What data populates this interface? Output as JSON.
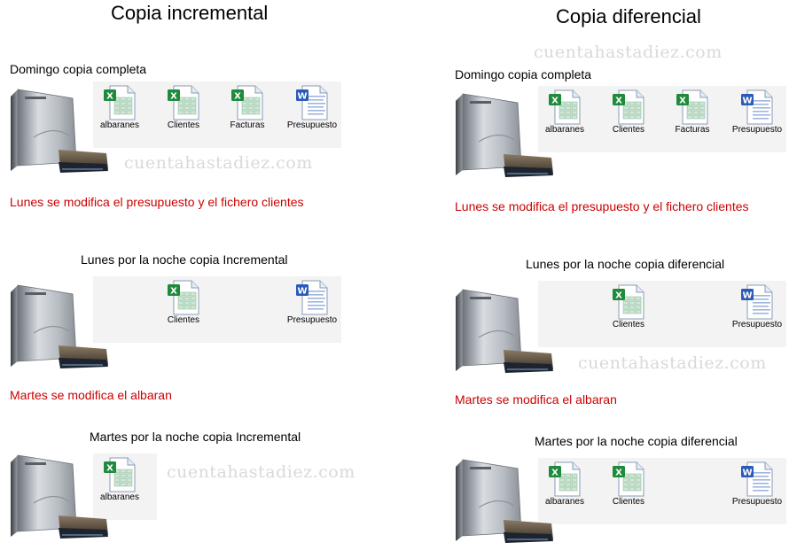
{
  "left": {
    "title": "Copia incremental",
    "steps": [
      {
        "caption": "Domingo copia completa",
        "files": [
          "albaranes",
          "Clientes",
          "Facturas",
          "Presupuesto"
        ]
      },
      {
        "note": "Lunes se modifica el presupuesto y el fichero clientes"
      },
      {
        "caption": "Lunes por la noche copia Incremental",
        "files": [
          "Clientes",
          "Presupuesto"
        ]
      },
      {
        "note": "Martes se modifica el albaran"
      },
      {
        "caption": "Martes por la noche copia Incremental",
        "files": [
          "albaranes"
        ]
      }
    ]
  },
  "right": {
    "title": "Copia diferencial",
    "steps": [
      {
        "caption": "Domingo copia completa",
        "files": [
          "albaranes",
          "Clientes",
          "Facturas",
          "Presupuesto"
        ]
      },
      {
        "note": "Lunes se modifica el presupuesto y el fichero clientes"
      },
      {
        "caption": "Lunes por la noche copia diferencial",
        "files": [
          "Clientes",
          "Presupuesto"
        ]
      },
      {
        "note": "Martes se modifica el albaran"
      },
      {
        "caption": "Martes por la noche copia diferencial",
        "files": [
          "albaranes",
          "Clientes",
          "Presupuesto"
        ]
      }
    ]
  },
  "watermark": "cuentahastadiez.com",
  "icons": {
    "excel": "excel-file-icon",
    "word": "word-file-icon",
    "drive": "external-hard-drive-icon"
  },
  "colors": {
    "note": "#cc0000",
    "excel": "#1f8a3b",
    "word": "#2a5bb8"
  }
}
